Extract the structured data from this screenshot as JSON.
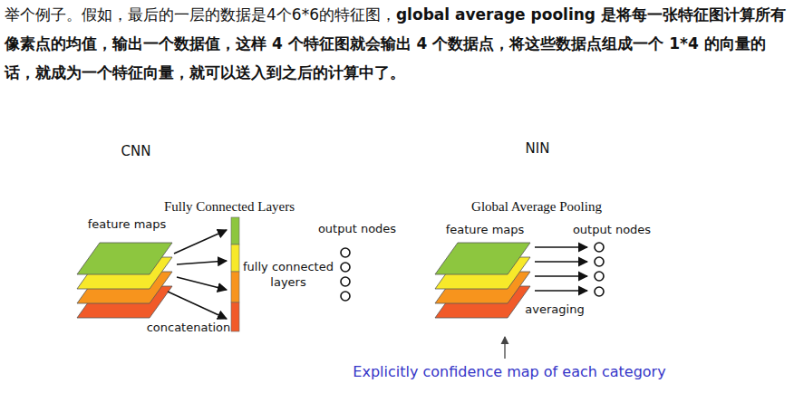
{
  "diagram": {
    "labels": [
      "举个例子。假如，最后的一层的数据是4个6*6的特征图，",
      "global average pooling 是将每一张特征图计算所有像素点的均值，输出一个数据值，这样 4 个特征图就会输出 4 个数据点，将这些数据点组成一个 1*4 的向量的话，就成为一个特征向量，就可以送入到之后的计算中了。",
      "CNN",
      "NIN",
      "Fully Connected Layers",
      "Global Average Pooling",
      "feature maps",
      "output nodes",
      "feature maps",
      "output nodes",
      "fully connected layers",
      "concatenation",
      "averaging",
      "Explicitly confidence map of each category"
    ]
  }
}
